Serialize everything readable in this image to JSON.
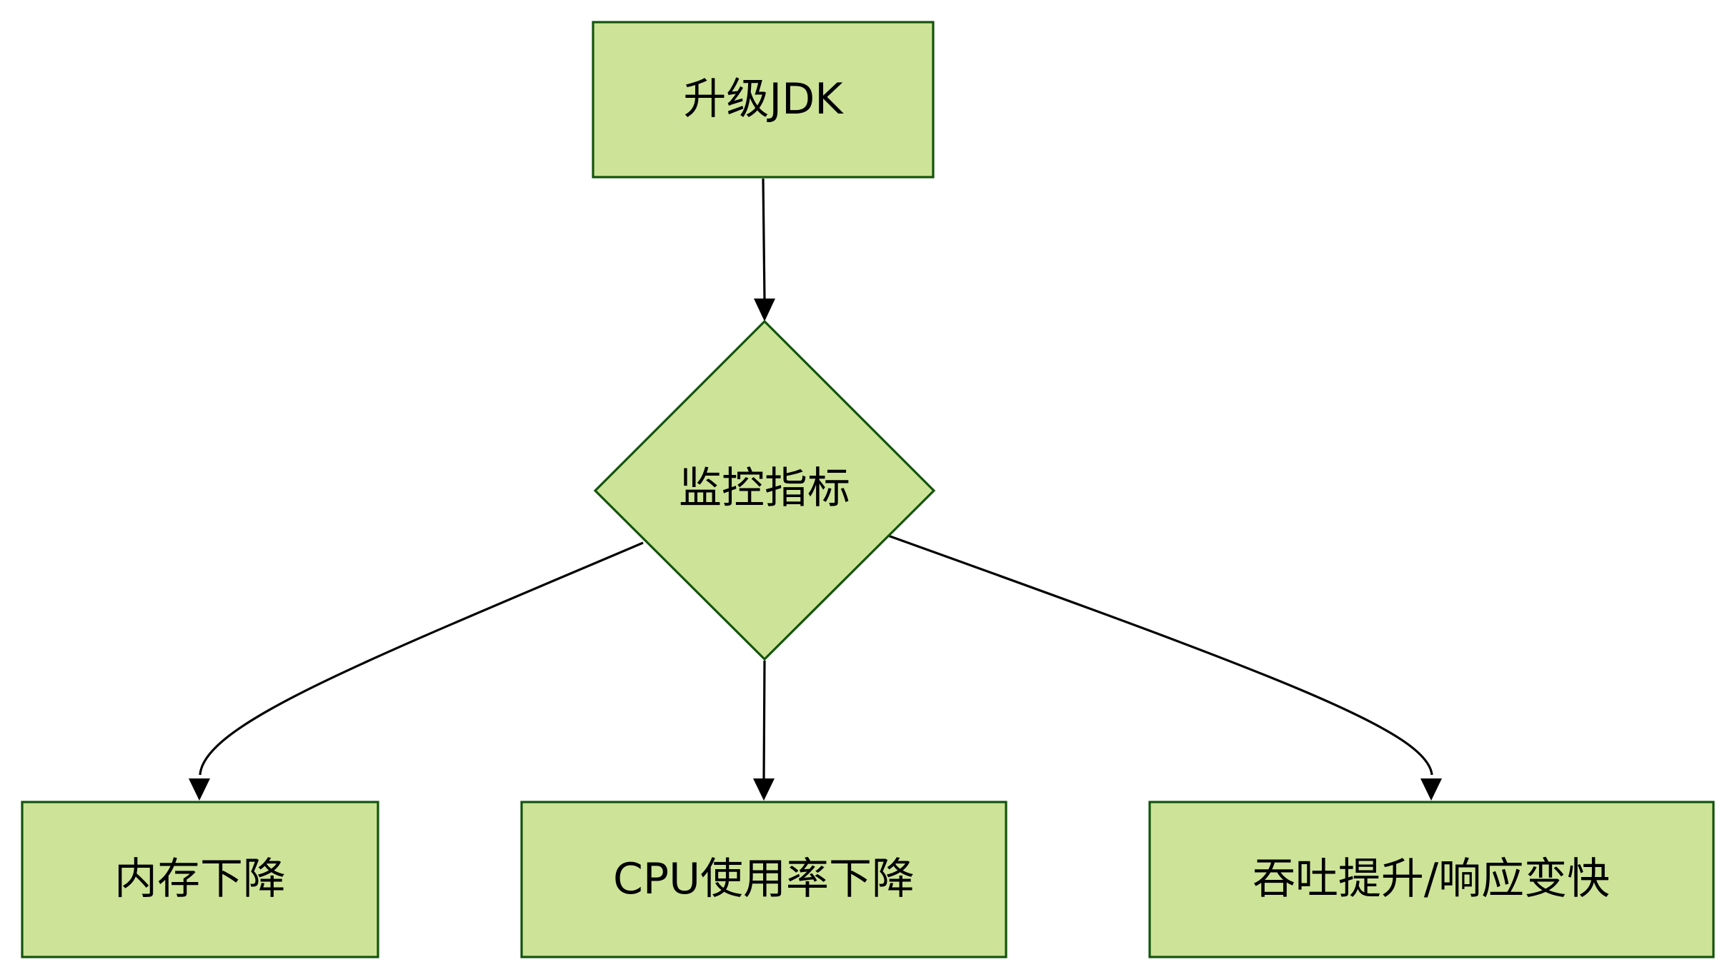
{
  "diagram": {
    "type": "flowchart",
    "direction": "top-down",
    "colors": {
      "node_fill": "#cde498",
      "node_border": "#13540c",
      "edge": "#000000",
      "text": "#000000",
      "background": "#ffffff"
    },
    "nodes": {
      "upgrade": {
        "label": "升级JDK",
        "shape": "rectangle"
      },
      "monitor": {
        "label": "监控指标",
        "shape": "diamond"
      },
      "memory": {
        "label": "内存下降",
        "shape": "rectangle"
      },
      "cpu": {
        "label": "CPU使用率下降",
        "shape": "rectangle"
      },
      "throughput": {
        "label": "吞吐提升/响应变快",
        "shape": "rectangle"
      }
    },
    "edges": [
      {
        "from": "upgrade",
        "to": "monitor"
      },
      {
        "from": "monitor",
        "to": "memory"
      },
      {
        "from": "monitor",
        "to": "cpu"
      },
      {
        "from": "monitor",
        "to": "throughput"
      }
    ]
  }
}
